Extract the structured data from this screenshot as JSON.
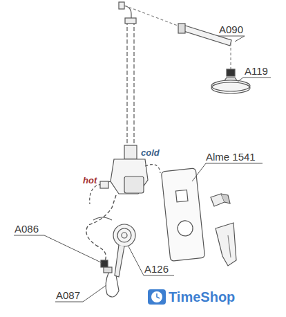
{
  "diagram": {
    "labels": [
      "A090",
      "A119",
      "Alme 1541",
      "cold",
      "hot",
      "A086",
      "A126",
      "A087",
      "TimeShop"
    ]
  }
}
